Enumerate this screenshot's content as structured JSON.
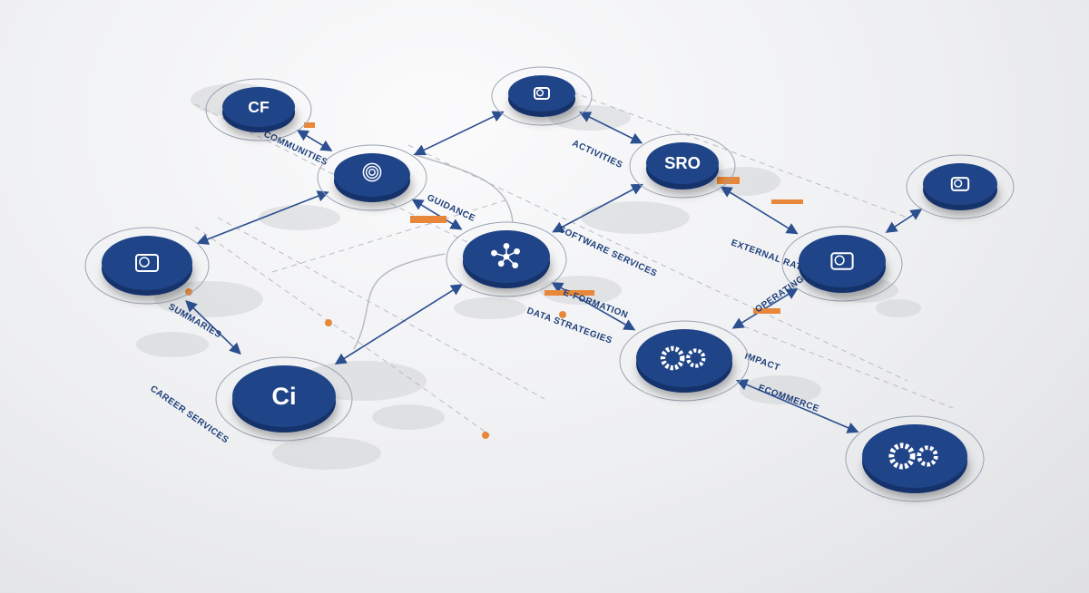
{
  "colors": {
    "node": "#1f4488",
    "node_edge": "#14306a",
    "arrow": "#2b4f8f",
    "accent": "#e8873a",
    "map": "#c9cbcf",
    "guide": "#b8bcc4"
  },
  "nodes": [
    {
      "id": "n1",
      "icon": "document-icon",
      "text": "CF"
    },
    {
      "id": "n2",
      "icon": "people-icon",
      "text": ""
    },
    {
      "id": "n3",
      "icon": "target-icon",
      "text": ""
    },
    {
      "id": "n4",
      "icon": "gear-text-icon",
      "text": "SRO"
    },
    {
      "id": "n5",
      "icon": "card-icon",
      "text": ""
    },
    {
      "id": "n6",
      "icon": "person-chat-icon",
      "text": ""
    },
    {
      "id": "n7",
      "icon": "network-icon",
      "text": ""
    },
    {
      "id": "n8",
      "icon": "screen-icon",
      "text": ""
    },
    {
      "id": "n9",
      "icon": "gears-icon",
      "text": ""
    },
    {
      "id": "n10",
      "icon": "badge-icon",
      "text": "Ci"
    },
    {
      "id": "n11",
      "icon": "gears-icon",
      "text": ""
    }
  ],
  "edges": [
    [
      "n1",
      "n3"
    ],
    [
      "n3",
      "n6"
    ],
    [
      "n2",
      "n3"
    ],
    [
      "n3",
      "n7"
    ],
    [
      "n2",
      "n4"
    ],
    [
      "n7",
      "n4"
    ],
    [
      "n4",
      "n8"
    ],
    [
      "n8",
      "n5"
    ],
    [
      "n6",
      "n10"
    ],
    [
      "n10",
      "n7"
    ],
    [
      "n7",
      "n9"
    ],
    [
      "n8",
      "n9"
    ],
    [
      "n9",
      "n11"
    ]
  ],
  "labels": [
    "CAREER SERVICES",
    "SUMMARIES",
    "SOFTWARE SERVICES",
    "DATA STRATEGIES",
    "E-FORMATION",
    "OPERATING",
    "IMPACT",
    "ECOMMERCE",
    "EXTERNAL RATINGS",
    "COMMUNITIES",
    "ACTIVITIES",
    "GUIDANCE"
  ]
}
